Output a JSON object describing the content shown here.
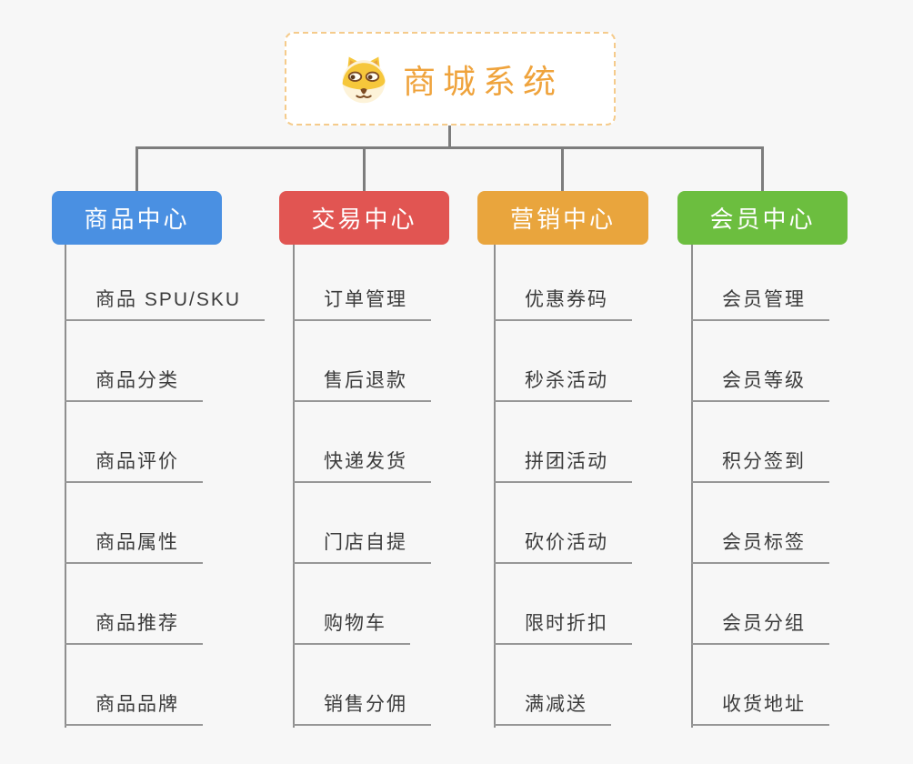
{
  "root": {
    "title": "商城系统",
    "icon": "dog-face-icon",
    "text_color": "#efa33c",
    "border_color": "#f5cb8b"
  },
  "connector_color": "#7d7d7d",
  "background_color": "#f7f7f7",
  "branches": [
    {
      "label": "商品中心",
      "color": "#4a90e2",
      "items": [
        "商品 SPU/SKU",
        "商品分类",
        "商品评价",
        "商品属性",
        "商品推荐",
        "商品品牌"
      ]
    },
    {
      "label": "交易中心",
      "color": "#e15552",
      "items": [
        "订单管理",
        "售后退款",
        "快递发货",
        "门店自提",
        "购物车",
        "销售分佣"
      ]
    },
    {
      "label": "营销中心",
      "color": "#e9a53d",
      "items": [
        "优惠券码",
        "秒杀活动",
        "拼团活动",
        "砍价活动",
        "限时折扣",
        "满减送"
      ]
    },
    {
      "label": "会员中心",
      "color": "#6cbe3f",
      "items": [
        "会员管理",
        "会员等级",
        "积分签到",
        "会员标签",
        "会员分组",
        "收货地址"
      ]
    }
  ]
}
